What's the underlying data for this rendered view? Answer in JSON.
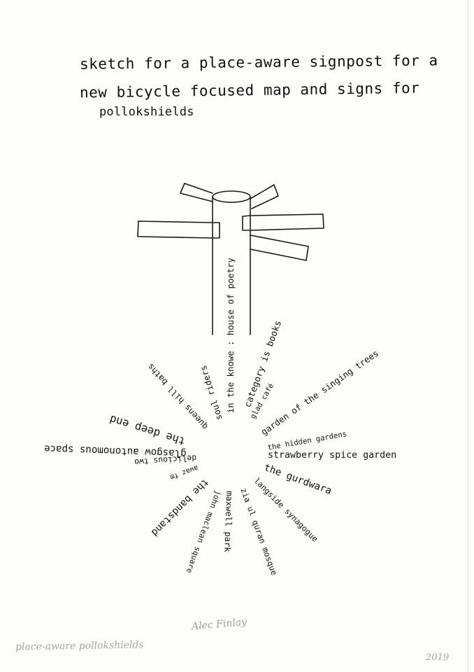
{
  "title": {
    "line1": "sketch for a place-aware signpost for a",
    "line2": "new bicycle focused map and signs for",
    "line3": "pollokshields"
  },
  "rays": [
    {
      "text": "in the knowe : house of poetry"
    },
    {
      "text": "category is books"
    },
    {
      "text": "glad café"
    },
    {
      "text": "garden of the singing trees"
    },
    {
      "text": "the hidden gardens"
    },
    {
      "text": "strawberry spice garden"
    },
    {
      "text": "the gurdwara"
    },
    {
      "text": "langside synagogue"
    },
    {
      "text": "zia ul quran mosque"
    },
    {
      "text": "maxwell park"
    },
    {
      "text": "john maclean square"
    },
    {
      "text": "the bandstand"
    },
    {
      "text": "awaz fm"
    },
    {
      "text": "delicious two"
    },
    {
      "text": "glasgow autonomous space"
    },
    {
      "text": "the deep end"
    },
    {
      "text": "queens hill baths"
    },
    {
      "text": "soul riders"
    }
  ],
  "annotations": {
    "caption": "place-aware pollokshields",
    "signature": "Alec Finlay",
    "year": "2019"
  }
}
